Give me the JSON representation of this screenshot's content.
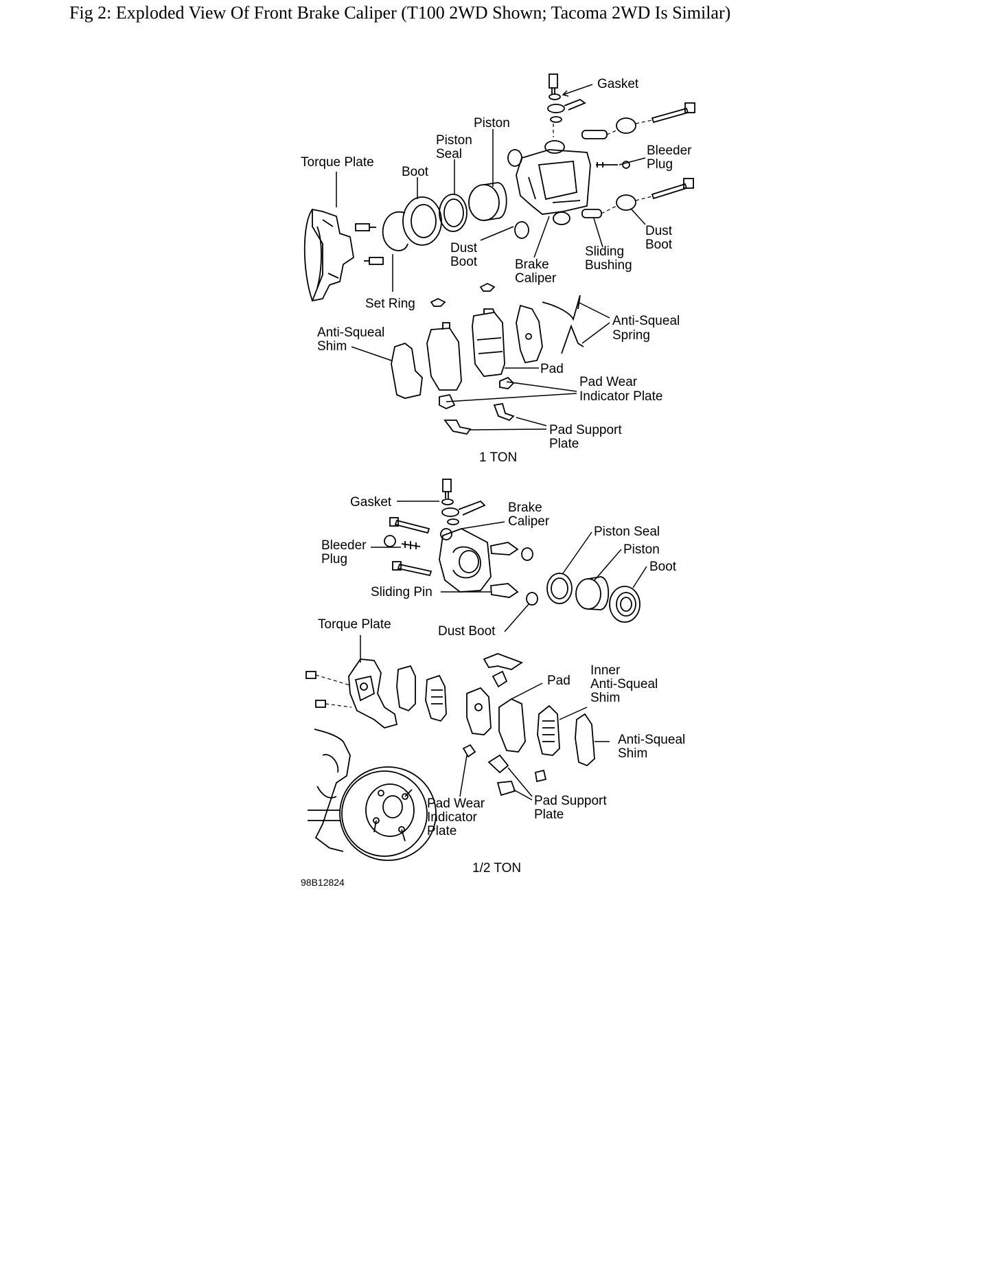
{
  "caption": "Fig 2: Exploded View Of Front Brake Caliper (T100 2WD Shown; Tacoma 2WD Is Similar)",
  "diagram_1ton": {
    "gasket": "Gasket",
    "piston": "Piston",
    "piston_seal_1": "Piston",
    "piston_seal_2": "Seal",
    "torque_plate": "Torque Plate",
    "boot": "Boot",
    "bleeder_plug_1": "Bleeder",
    "bleeder_plug_2": "Plug",
    "dust_boot_r_1": "Dust",
    "dust_boot_r_2": "Boot",
    "dust_boot_l_1": "Dust",
    "dust_boot_l_2": "Boot",
    "brake_caliper_1": "Brake",
    "brake_caliper_2": "Caliper",
    "sliding_bushing_1": "Sliding",
    "sliding_bushing_2": "Bushing",
    "set_ring": "Set Ring",
    "anti_squeal_shim_1": "Anti-Squeal",
    "anti_squeal_shim_2": "Shim",
    "anti_squeal_spring_1": "Anti-Squeal",
    "anti_squeal_spring_2": "Spring",
    "pad": "Pad",
    "pad_wear_1": "Pad Wear",
    "pad_wear_2": "Indicator Plate",
    "pad_support_1": "Pad Support",
    "pad_support_2": "Plate",
    "title": "1 TON"
  },
  "diagram_halfton": {
    "gasket": "Gasket",
    "brake_caliper_1": "Brake",
    "brake_caliper_2": "Caliper",
    "bleeder_plug_1": "Bleeder",
    "bleeder_plug_2": "Plug",
    "piston_seal": "Piston Seal",
    "piston": "Piston",
    "boot": "Boot",
    "sliding_pin": "Sliding Pin",
    "dust_boot": "Dust Boot",
    "torque_plate": "Torque Plate",
    "pad": "Pad",
    "inner_shim_1": "Inner",
    "inner_shim_2": "Anti-Squeal",
    "inner_shim_3": "Shim",
    "anti_squeal_shim_1": "Anti-Squeal",
    "anti_squeal_shim_2": "Shim",
    "pad_wear_1": "Pad Wear",
    "pad_wear_2": "Indicator",
    "pad_wear_3": "Plate",
    "pad_support_1": "Pad Support",
    "pad_support_2": "Plate",
    "title": "1/2 TON"
  },
  "figure_code": "98B12824"
}
